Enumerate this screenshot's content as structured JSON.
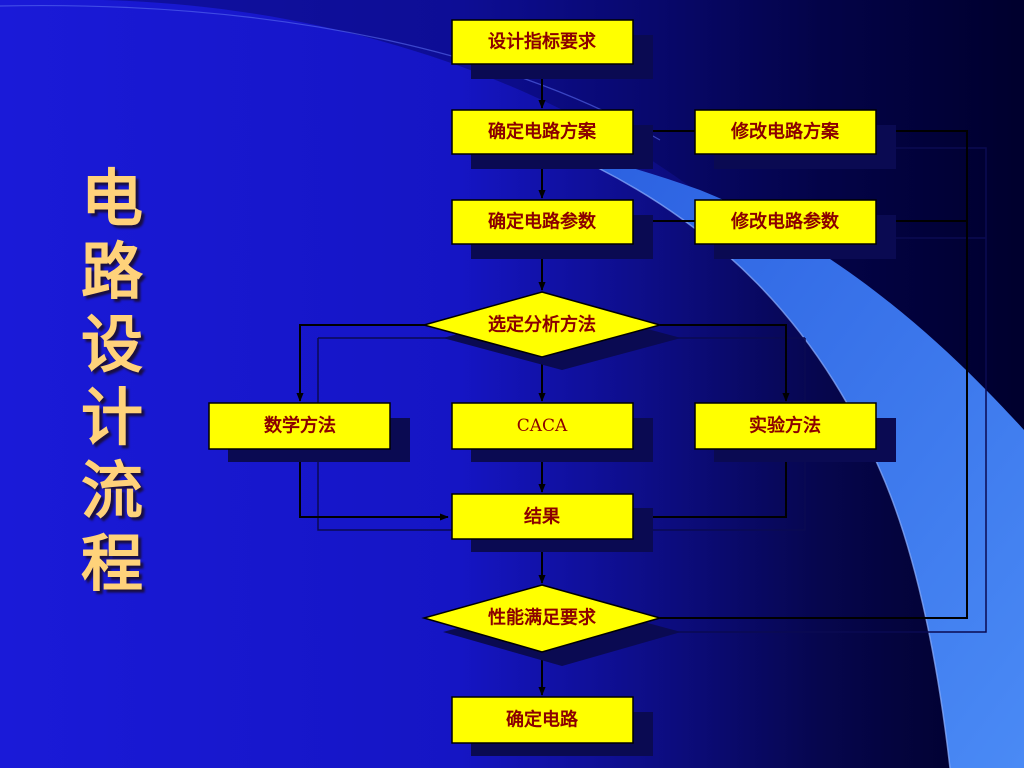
{
  "title_chars": [
    "电",
    "路",
    "设",
    "计",
    "流",
    "程"
  ],
  "colors": {
    "background_left": "#1a1ad8",
    "background_right": "#000024",
    "sweep_light": "#3a7ef2",
    "sweep_mid": "#244fd0",
    "node_fill": "#ffff00",
    "node_text": "#8b0000",
    "node_shadow": "#0a0a52",
    "title": "#ffd27a",
    "arrow": "#000000"
  },
  "flowchart": {
    "nodes": {
      "spec": "设计指标要求",
      "plan": "确定电路方案",
      "modify_plan": "修改电路方案",
      "params": "确定电路参数",
      "modify_params": "修改电路参数",
      "select_method": "选定分析方法",
      "math_method": "数学方法",
      "caca": "CACA",
      "experiment_method": "实验方法",
      "result": "结果",
      "meets_requirements": "性能满足要求",
      "final_circuit": "确定电路"
    }
  }
}
